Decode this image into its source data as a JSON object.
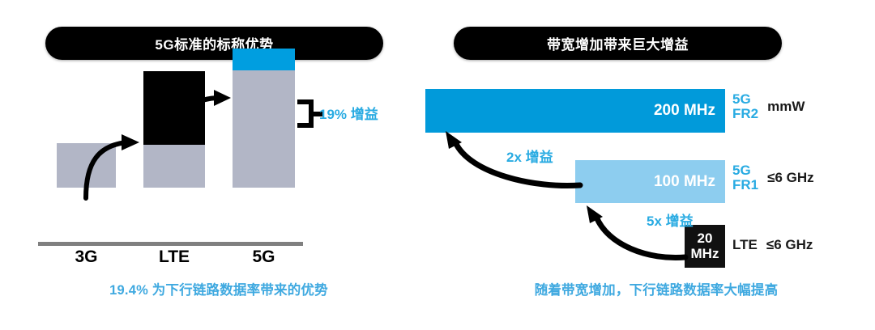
{
  "panels": {
    "left": {
      "title": "5G标准的标称优势",
      "caption": "19.4% 为下行链路数据率带来的优势",
      "gain_annotation": "19% 增益"
    },
    "right": {
      "title": "带宽增加带来巨大增益",
      "caption": "随着带宽增加，下行链路数据率大幅提高",
      "multipliers": [
        {
          "label": "2x 增益"
        },
        {
          "label": "5x 增益"
        }
      ]
    }
  },
  "chart_data": [
    {
      "type": "bar",
      "title": "5G标准的标称优势",
      "id": "nominal-advantage",
      "categories": [
        "3G",
        "LTE",
        "5G"
      ],
      "xlabel": "",
      "ylabel": "",
      "grid": false,
      "legend": "none",
      "annotation": "19% 增益",
      "caption": "19.4% 为下行链路数据率带来的优势",
      "series": [
        {
          "name": "baseline-gray",
          "color": "#b2b6c6",
          "values": [
            55,
            53,
            145
          ]
        },
        {
          "name": "increment-black",
          "color": "#000000",
          "values": [
            0,
            91,
            0
          ]
        },
        {
          "name": "increment-blue",
          "color": "#009ee0",
          "values": [
            0,
            0,
            27
          ]
        }
      ],
      "stacked": true,
      "totals": [
        55,
        144,
        172
      ]
    },
    {
      "type": "bar",
      "orientation": "horizontal",
      "title": "带宽增加带来巨大增益",
      "id": "bandwidth-gain",
      "categories": [
        "5G FR2",
        "5G FR1",
        "LTE"
      ],
      "values": [
        200,
        100,
        20
      ],
      "value_labels": [
        "200 MHz",
        "100 MHz",
        "20\nMHz"
      ],
      "unit": "MHz",
      "xlabel": "",
      "ylabel": "",
      "grid": false,
      "legend": "none",
      "bar_colors": [
        "#019ada",
        "#8dcdef",
        "#111111"
      ],
      "band_labels": [
        "mmW",
        "≤6 GHz",
        "≤6 GHz"
      ],
      "tech_labels": [
        "5G\nFR2",
        "5G\nFR1",
        "LTE"
      ],
      "annotations": [
        "2x 增益",
        "5x 增益"
      ],
      "caption": "随着带宽增加，下行链路数据率大幅提高"
    }
  ],
  "bars_left": [
    {
      "label": "3G",
      "name": "bar-3g"
    },
    {
      "label": "LTE",
      "name": "bar-lte"
    },
    {
      "label": "5G",
      "name": "bar-5g"
    }
  ],
  "bars_right": [
    {
      "value_label": "200 MHz",
      "tech_line1": "5G",
      "tech_line2": "FR2",
      "band": "mmW"
    },
    {
      "value_label": "100 MHz",
      "tech_line1": "5G",
      "tech_line2": "FR1",
      "band": "≤6 GHz"
    },
    {
      "value_line1": "20",
      "value_line2": "MHz",
      "tech_line1": "LTE",
      "band": "≤6 GHz"
    }
  ],
  "colors": {
    "accent_blue": "#009ee0",
    "light_blue": "#8dcdef",
    "caption_blue": "#3fa9e0",
    "gray_bar": "#b2b6c6",
    "black": "#000000"
  }
}
